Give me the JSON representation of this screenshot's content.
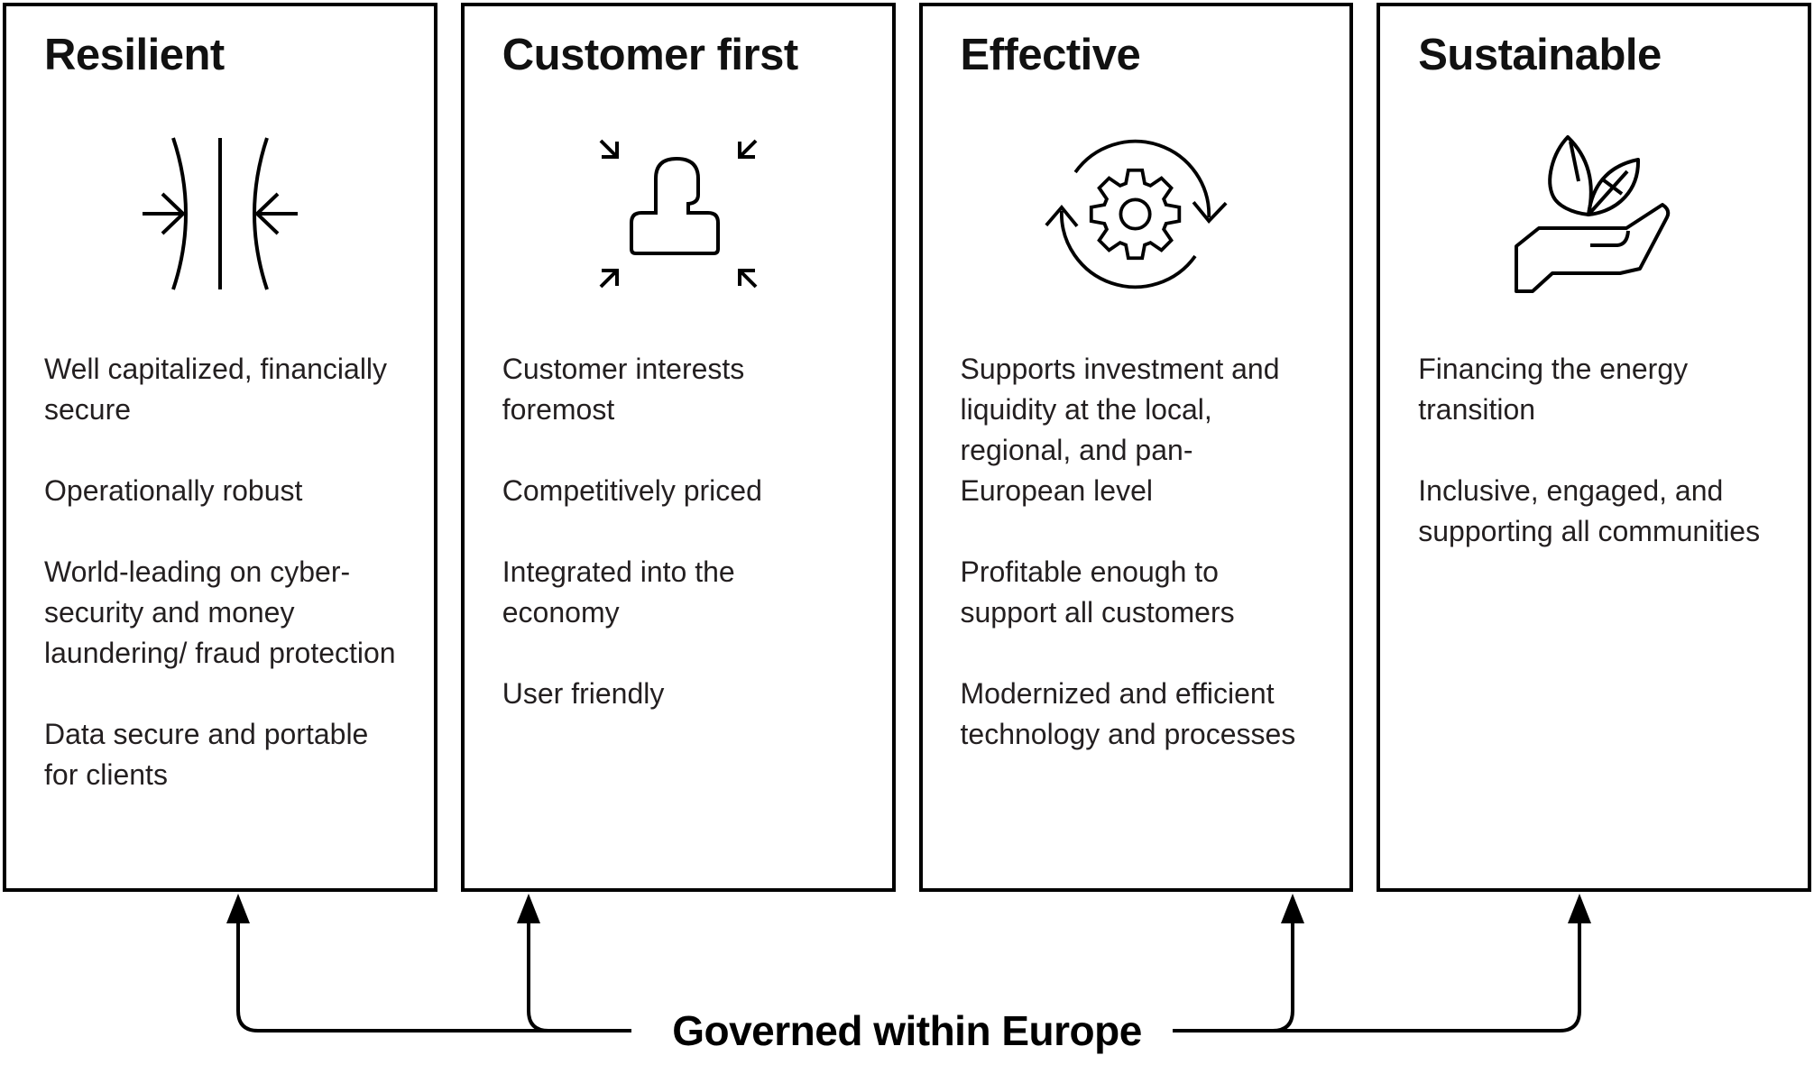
{
  "pillars": [
    {
      "title": "Resilient",
      "icon": "converge-arrows-icon",
      "items": [
        "Well capitalized, financially secure",
        "Operationally robust",
        "World-leading on cyber-security and money laundering/ fraud protection",
        "Data secure and portable for clients"
      ]
    },
    {
      "title": "Customer first",
      "icon": "person-focus-icon",
      "items": [
        "Customer interests foremost",
        "Competitively priced",
        "Integrated into the economy",
        "User friendly"
      ]
    },
    {
      "title": "Effective",
      "icon": "gear-refresh-icon",
      "items": [
        "Supports investment and liquidity at the local, regional, and pan-European level",
        "Profitable enough to support all customers",
        "Modernized and efficient technology and processes"
      ]
    },
    {
      "title": "Sustainable",
      "icon": "hand-leaves-icon",
      "items": [
        "Financing the energy transition",
        "Inclusive, engaged, and supporting all communities"
      ]
    }
  ],
  "footer": {
    "label": "Governed within Europe"
  },
  "colors": {
    "line": "#000000",
    "text": "#231f20",
    "background": "#ffffff"
  }
}
